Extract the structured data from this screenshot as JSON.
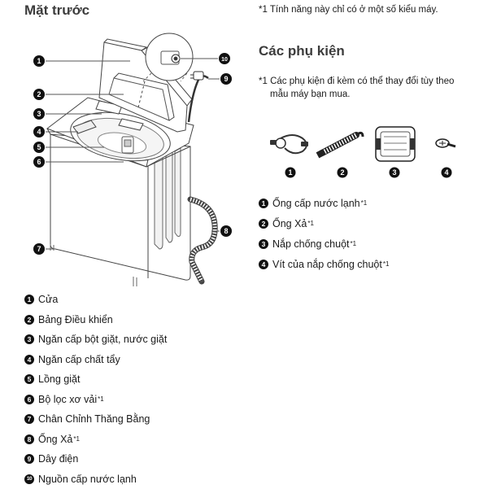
{
  "front": {
    "title": "Mặt trước",
    "callouts": [
      "1",
      "2",
      "3",
      "4",
      "5",
      "6",
      "7",
      "8",
      "9",
      "10"
    ]
  },
  "top_note": "*1 Tính năng này chỉ có ở một số kiểu máy.",
  "accessories": {
    "title": "Các phụ kiện",
    "note_line1": "*1 Các phụ kiện đi kèm có thể thay đổi tùy theo",
    "note_line2": "mẫu máy bạn mua.",
    "image_numbers": [
      "1",
      "2",
      "3",
      "4"
    ],
    "items": [
      {
        "num": "1",
        "label": "Ống cấp nước lạnh",
        "sup": "*1"
      },
      {
        "num": "2",
        "label": "Ống Xả",
        "sup": "*1"
      },
      {
        "num": "3",
        "label": "Nắp chống chuột",
        "sup": "*1"
      },
      {
        "num": "4",
        "label": "Vít của nắp chống chuột",
        "sup": "*1"
      }
    ]
  },
  "parts": [
    {
      "num": "1",
      "label": "Cửa",
      "sup": ""
    },
    {
      "num": "2",
      "label": "Bảng Điều khiển",
      "sup": ""
    },
    {
      "num": "3",
      "label": "Ngăn cấp bột giặt, nước giặt",
      "sup": ""
    },
    {
      "num": "4",
      "label": "Ngăn cấp chất tẩy",
      "sup": ""
    },
    {
      "num": "5",
      "label": "Lồng giặt",
      "sup": ""
    },
    {
      "num": "6",
      "label": "Bộ lọc xơ vải",
      "sup": "*1"
    },
    {
      "num": "7",
      "label": "Chân Chỉnh Thăng Bằng",
      "sup": ""
    },
    {
      "num": "8",
      "label": "Ống Xả",
      "sup": "*1"
    },
    {
      "num": "9",
      "label": "Dây điện",
      "sup": ""
    },
    {
      "num": "10",
      "label": "Nguồn cấp nước lạnh",
      "sup": ""
    }
  ]
}
